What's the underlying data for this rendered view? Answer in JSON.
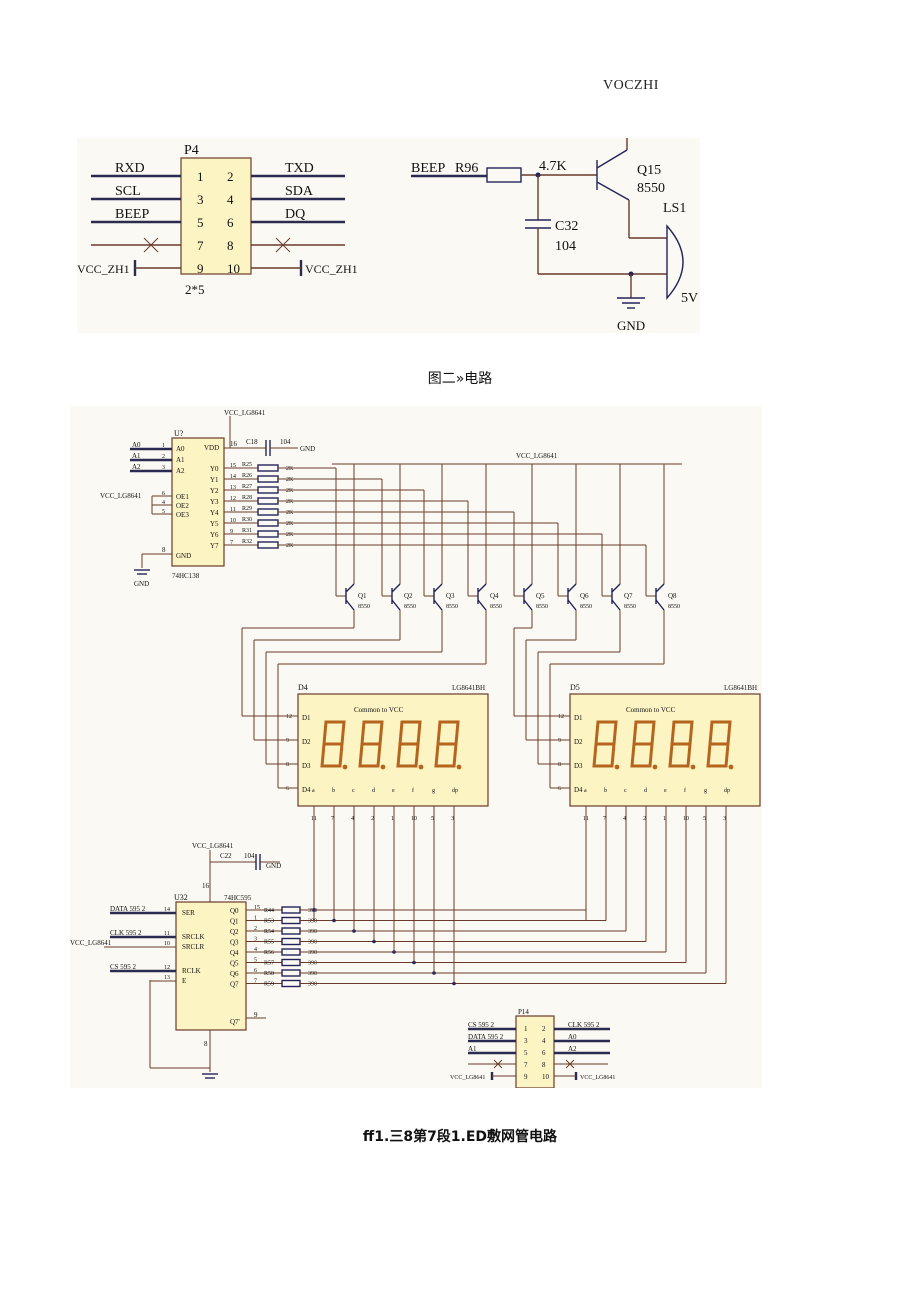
{
  "header_note": "VOCZHI",
  "figure1": {
    "connector": {
      "ref": "P4",
      "footprint": "2*5",
      "pins_left": [
        "1",
        "3",
        "5",
        "7",
        "9"
      ],
      "pins_right": [
        "2",
        "4",
        "6",
        "8",
        "10"
      ],
      "nets_left": [
        "RXD",
        "SCL",
        "BEEP",
        "",
        "VCC_ZH1"
      ],
      "nets_right": [
        "TXD",
        "SDA",
        "DQ",
        "",
        "VCC_ZH1"
      ]
    },
    "beeper": {
      "net_in": "BEEP",
      "resistor_ref": "R96",
      "resistor_value": "4.7K",
      "transistor_ref": "Q15",
      "transistor_value": "8550",
      "cap_ref": "C32",
      "cap_value": "104",
      "speaker_ref": "LS1",
      "speaker_value": "5V",
      "ground_label": "GND"
    }
  },
  "caption1": "图二»电路",
  "figure2": {
    "vcc_label": "VCC_LG8641",
    "vcc_label_top": "VCC_LG8641",
    "gnd_label": "GND",
    "decoder": {
      "ref": "U?",
      "part": "74HC138",
      "inputs_left": [
        "A0",
        "A1",
        "A2"
      ],
      "pins_inputs": [
        "1",
        "2",
        "3"
      ],
      "enables": [
        "OE1",
        "OE2",
        "OE3"
      ],
      "pins_enables": [
        "6",
        "4",
        "5"
      ],
      "gnd_pin": "GND",
      "gnd_pin_num": "8",
      "vdd_pin": "VDD",
      "vdd_pin_num": "16",
      "outputs": [
        "Y0",
        "Y1",
        "Y2",
        "Y3",
        "Y4",
        "Y5",
        "Y6",
        "Y7"
      ],
      "output_pins": [
        "15",
        "14",
        "13",
        "12",
        "11",
        "10",
        "9",
        "7"
      ],
      "cap_ref": "C18",
      "cap_value": "104"
    },
    "res_refs_top": [
      "R25",
      "R26",
      "R27",
      "R28",
      "R29",
      "R30",
      "R31",
      "R32"
    ],
    "res_value_top": "2K",
    "transistors": [
      "Q1",
      "Q2",
      "Q3",
      "Q4",
      "Q5",
      "Q6",
      "Q7",
      "Q8"
    ],
    "transistor_value": "8550",
    "displays": [
      {
        "ref": "D4",
        "part": "LG8641BH",
        "note": "Common to VCC",
        "digits": [
          "D1",
          "D2",
          "D3",
          "D4"
        ],
        "pin_nums": [
          "12",
          "9",
          "8",
          "6"
        ],
        "seg_labels": [
          "a",
          "b",
          "c",
          "d",
          "e",
          "f",
          "g",
          "dp"
        ],
        "bottom_pins": [
          "11",
          "7",
          "4",
          "2",
          "1",
          "10",
          "5",
          "3"
        ],
        "corner_letters": [
          "a",
          "b",
          "c",
          "d",
          "e",
          "f",
          "g",
          "dp"
        ]
      },
      {
        "ref": "D5",
        "part": "LG8641BH",
        "note": "Common to VCC",
        "digits": [
          "D1",
          "D2",
          "D3",
          "D4"
        ],
        "pin_nums": [
          "12",
          "9",
          "8",
          "6"
        ],
        "seg_labels": [
          "a",
          "b",
          "c",
          "d",
          "e",
          "f",
          "g",
          "dp"
        ],
        "bottom_pins": [
          "11",
          "7",
          "4",
          "2",
          "1",
          "10",
          "5",
          "3"
        ],
        "corner_letters": [
          "a",
          "b",
          "c",
          "d",
          "e",
          "f",
          "g",
          "dp"
        ]
      }
    ],
    "shift": {
      "ref": "U32",
      "part": "74HC595",
      "inputs": [
        "SER",
        "SRCLK",
        "SRCLR",
        "RCLK",
        "E"
      ],
      "input_pins": [
        "14",
        "11",
        "10",
        "12",
        "13"
      ],
      "nets_in": [
        "DATA 595 2",
        "CLK 595 2",
        "VCC_LG8641",
        "CS 595 2",
        ""
      ],
      "outputs": [
        "Q0",
        "Q1",
        "Q2",
        "Q3",
        "Q4",
        "Q5",
        "Q6",
        "Q7"
      ],
      "output_pins": [
        "15",
        "1",
        "2",
        "3",
        "4",
        "5",
        "6",
        "7"
      ],
      "q7s": "Q7'",
      "q7s_pin": "9",
      "vcc_pin": "16",
      "gnd_pin": "8",
      "cap_ref": "C22",
      "cap_value": "104"
    },
    "res_refs_bottom": [
      "R44",
      "R53",
      "R54",
      "R55",
      "R56",
      "R57",
      "R58",
      "R59"
    ],
    "res_value_bottom": "390",
    "connector": {
      "ref": "P14",
      "pins_left": [
        "1",
        "3",
        "5",
        "7",
        "9"
      ],
      "pins_right": [
        "2",
        "4",
        "6",
        "8",
        "10"
      ],
      "nets_left": [
        "CS 595 2",
        "DATA 595 2",
        "A1",
        "",
        "VCC_LG8641"
      ],
      "nets_right": [
        "CLK 595 2",
        "A0",
        "A2",
        "",
        "VCC_LG8641"
      ]
    }
  },
  "caption2": "ff1.三8第7段1.ED敷网管电路"
}
